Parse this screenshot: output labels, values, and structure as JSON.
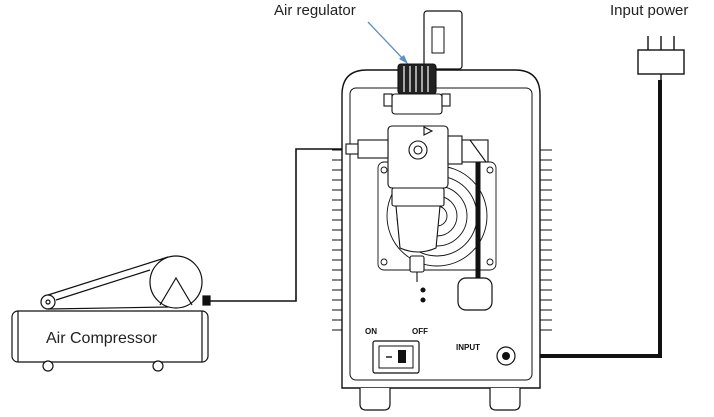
{
  "labels": {
    "air_regulator": "Air regulator",
    "input_power": "Input power",
    "air_compressor": "Air Compressor",
    "switch_on": "ON",
    "switch_off": "OFF",
    "input_port": "INPUT"
  },
  "colors": {
    "line": "#111111",
    "pointer": "#5b8fc7",
    "background": "#ffffff"
  }
}
